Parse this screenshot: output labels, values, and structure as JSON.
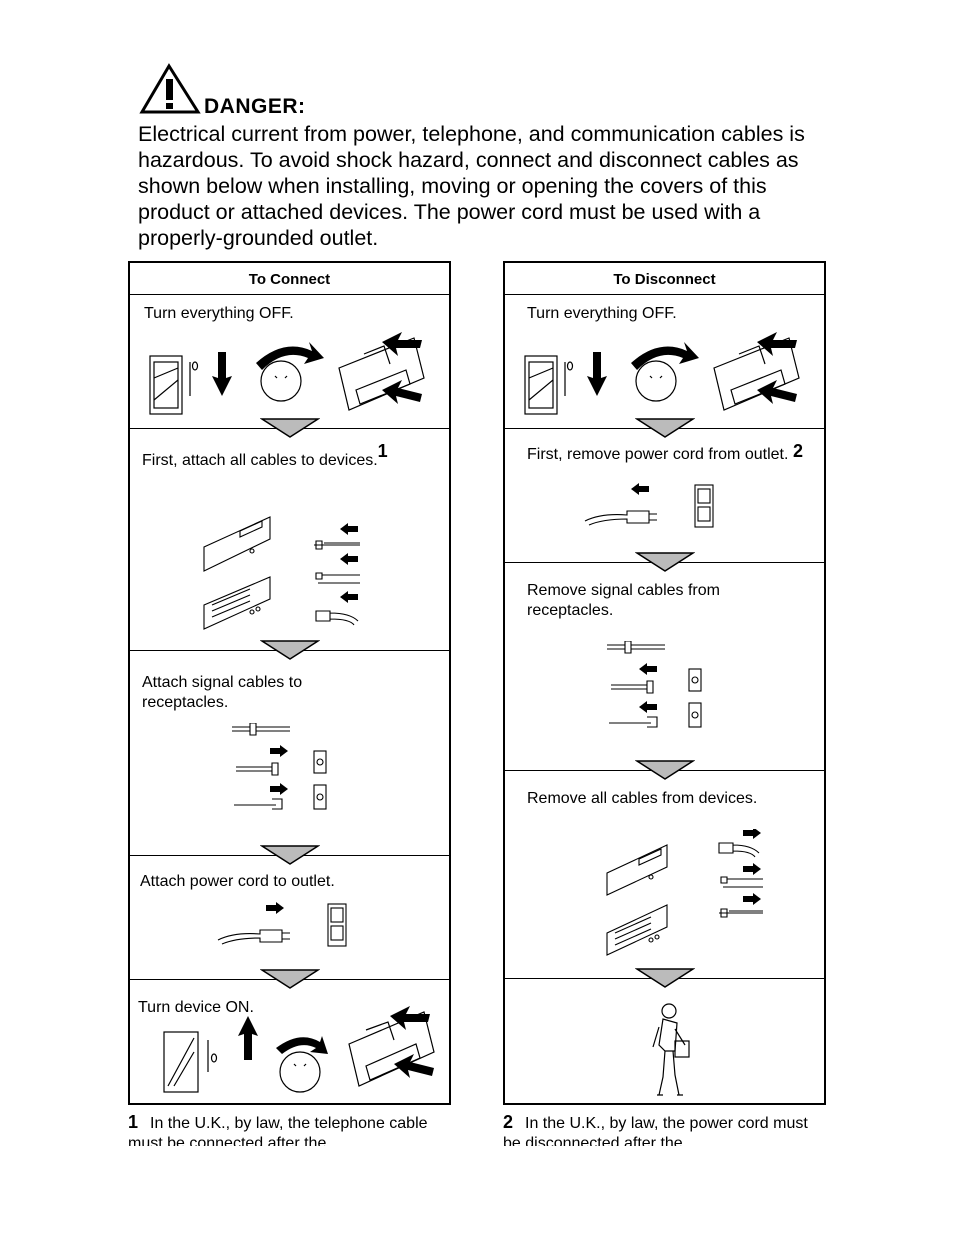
{
  "warning": {
    "icon": "warning-triangle-icon",
    "heading": "DANGER:",
    "body": "Electrical current from power, telephone, and communication cables is hazardous. To avoid shock hazard, connect and disconnect cables as shown below when installing, moving or opening the covers of this product or attached devices. The power cord must be used with a properly-grounded outlet."
  },
  "connect": {
    "title": "To Connect",
    "steps": [
      {
        "text": "Turn everything OFF.",
        "sup": ""
      },
      {
        "text": "First, attach all cables to devices.",
        "sup": "1"
      },
      {
        "text": "Attach signal cables to receptacles.",
        "sup": ""
      },
      {
        "text": "Attach power cord to outlet.",
        "sup": ""
      },
      {
        "text": "Turn device ON.",
        "sup": ""
      }
    ]
  },
  "disconnect": {
    "title": "To Disconnect",
    "steps": [
      {
        "text": "Turn everything OFF.",
        "sup": ""
      },
      {
        "text": "First, remove power cord from outlet.",
        "sup": "2"
      },
      {
        "text": "Remove signal cables from receptacles.",
        "sup": ""
      },
      {
        "text": "Remove all cables from devices.",
        "sup": ""
      },
      {
        "text": "",
        "sup": ""
      }
    ]
  },
  "footnotes": [
    {
      "num": "1",
      "text": "In the U.K., by law, the telephone cable must be connected after the"
    },
    {
      "num": "2",
      "text": "In the U.K., by law, the power cord must be disconnected after the"
    }
  ]
}
